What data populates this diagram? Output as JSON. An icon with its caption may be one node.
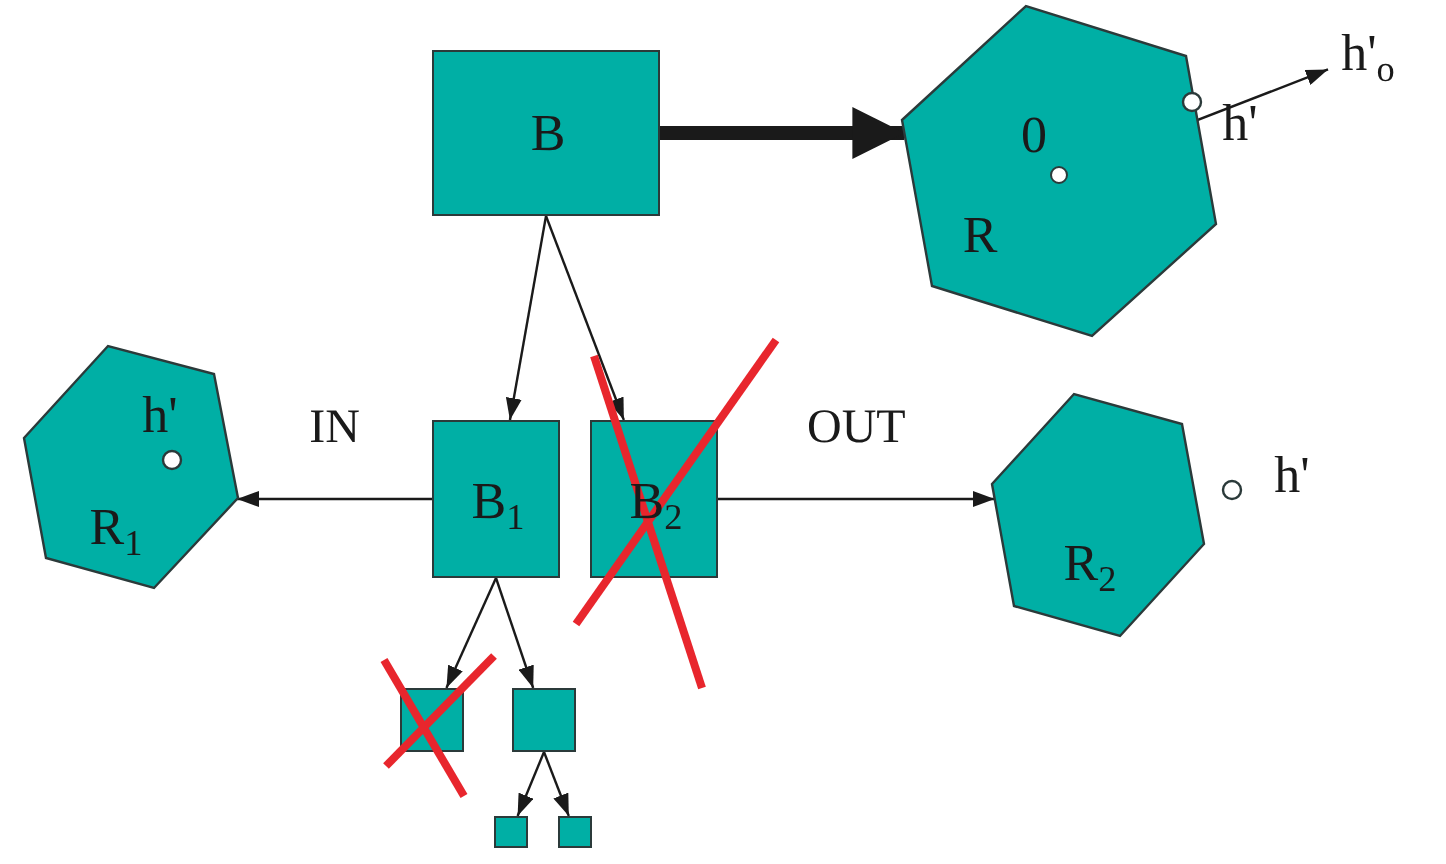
{
  "diagram": {
    "nodes": [
      {
        "text": [
          "B"
        ]
      },
      {
        "text": [
          "R"
        ]
      },
      {
        "text": [],
        "shape": "circle",
        "in": 1
      },
      {
        "text": [
          "h'$_{o}$"
        ]
      },
      {
        "text": [
          "B$_{1}$"
        ]
      },
      {
        "text": [
          "B$_{2}$"
        ]
      },
      {
        "text": [
          "h'",
          "R$_{1}$"
        ]
      },
      {
        "text": [
          "R$_{2}$"
        ],
        "beside": [
          "h'"
        ]
      },
      {
        "text": [],
        "shape": "box"
      },
      {
        "text": [],
        "shape": "box"
      },
      {
        "text": [],
        "shape": "box"
      },
      {
        "text": [],
        "shape": "box"
      }
    ],
    "edges": [
      {
        "from": 0,
        "to": 1,
        "arrow": "to",
        "style": "thick"
      },
      {
        "from": 0,
        "to": 4,
        "arrow": "to"
      },
      {
        "from": 0,
        "to": 5,
        "arrow": "to"
      },
      {
        "from": 2,
        "to": 3,
        "arrow": "to"
      },
      {
        "from": 4,
        "to": 6,
        "arrow": "to",
        "label": "IN"
      },
      {
        "from": 5,
        "to": 7,
        "arrow": "to",
        "label": "OUT"
      },
      {
        "from": 4,
        "to": 8,
        "arrow": "to"
      },
      {
        "from": 4,
        "to": 9,
        "arrow": "to"
      },
      {
        "from": 9,
        "to": 10,
        "arrow": "to"
      },
      {
        "from": 9,
        "to": 11,
        "arrow": "to"
      }
    ],
    "labels": [
      "0",
      "h'"
    ]
  }
}
